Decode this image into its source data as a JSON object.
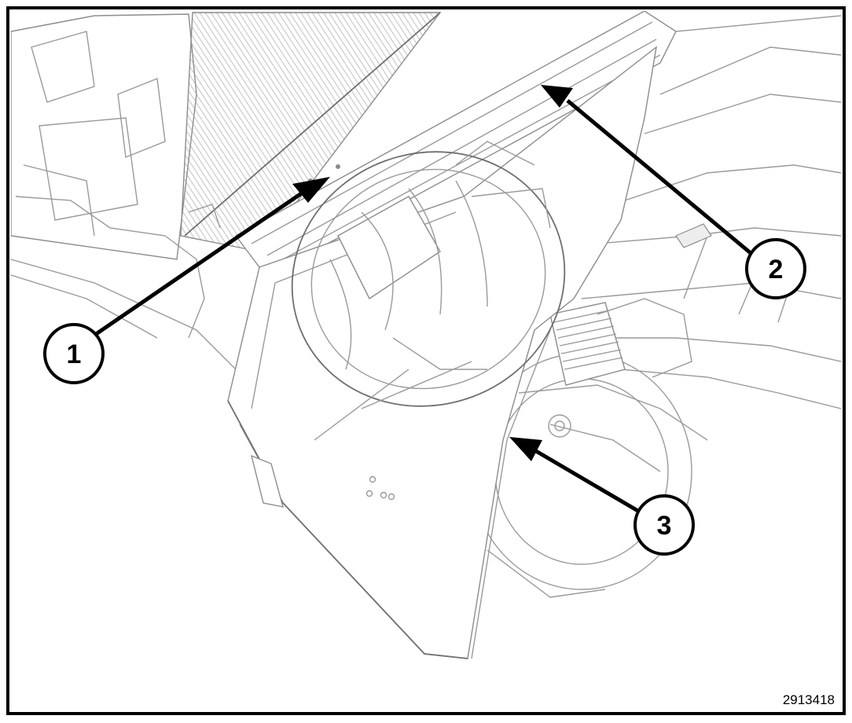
{
  "figure": {
    "reference_number": "2913418",
    "colors": {
      "frame": "#000000",
      "linework": "#8c8c8c",
      "arrows": "#000000",
      "background": "#ffffff"
    }
  },
  "callouts": [
    {
      "id": "1",
      "label": "1"
    },
    {
      "id": "2",
      "label": "2"
    },
    {
      "id": "3",
      "label": "3"
    }
  ]
}
